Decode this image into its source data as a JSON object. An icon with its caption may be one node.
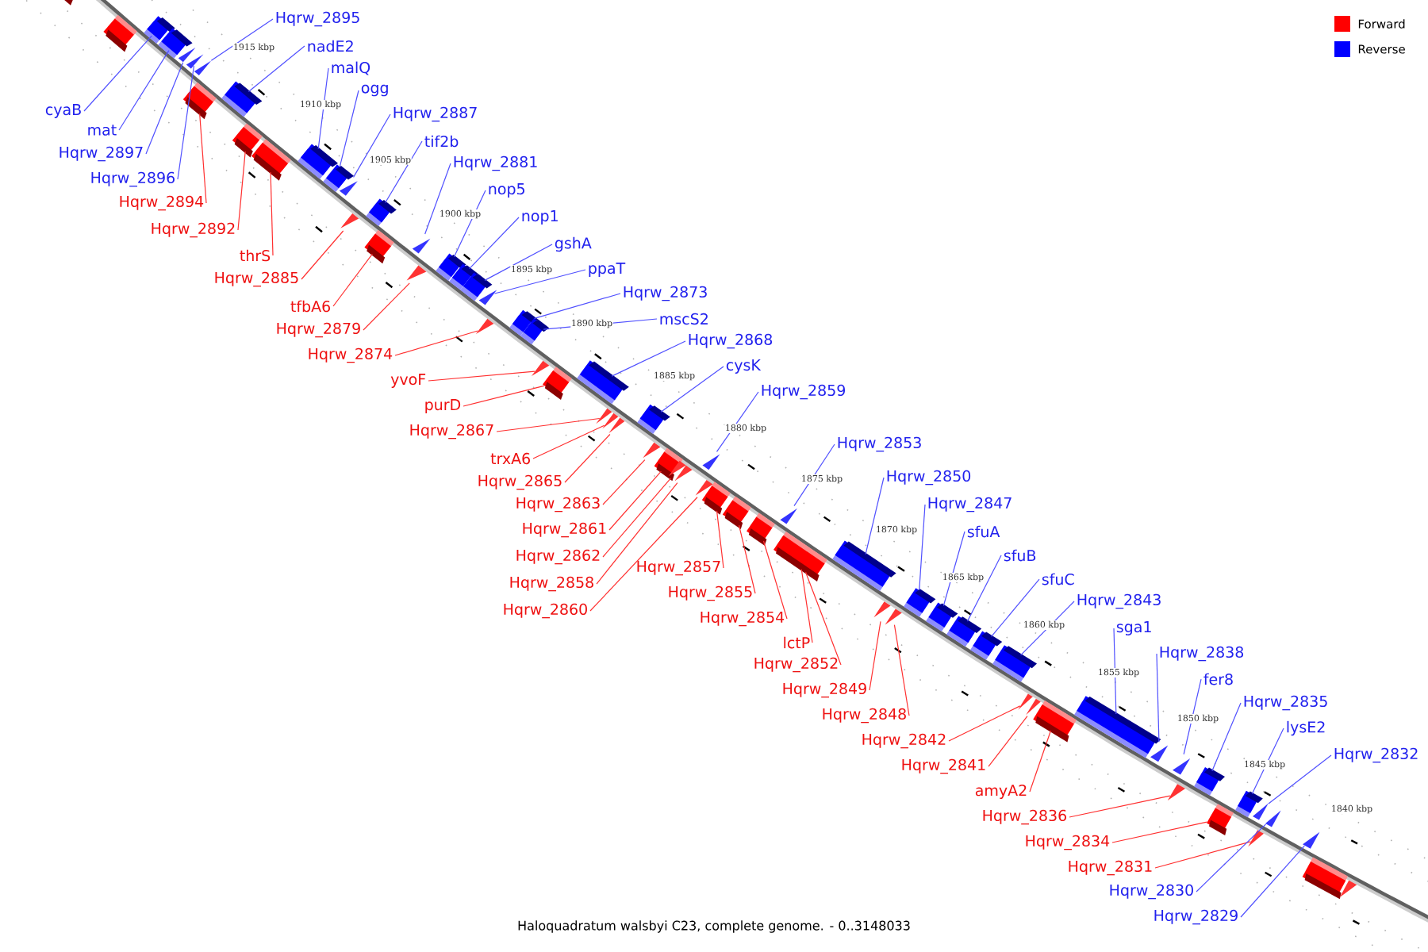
{
  "diagram": {
    "caption": "Haloquadratum walsbyi C23, complete genome. - 0..3148033",
    "nodes": [
      {
        "text": [
          "Hqrw_2895"
        ]
      },
      {
        "text": [
          "nadE2"
        ]
      },
      {
        "text": [
          "malQ"
        ]
      },
      {
        "text": [
          "ogg"
        ]
      },
      {
        "text": [
          "Hqrw_2887"
        ]
      },
      {
        "text": [
          "tif2b"
        ]
      },
      {
        "text": [
          "Hqrw_2881"
        ]
      },
      {
        "text": [
          "nop5"
        ]
      },
      {
        "text": [
          "nop1"
        ]
      },
      {
        "text": [
          "gshA"
        ]
      },
      {
        "text": [
          "ppaT"
        ]
      },
      {
        "text": [
          "Hqrw_2873"
        ]
      },
      {
        "text": [
          "mscS2"
        ]
      },
      {
        "text": [
          "Hqrw_2868"
        ]
      },
      {
        "text": [
          "cysK"
        ]
      },
      {
        "text": [
          "Hqrw_2859"
        ]
      },
      {
        "text": [
          "Hqrw_2853"
        ]
      },
      {
        "text": [
          "Hqrw_2850"
        ]
      },
      {
        "text": [
          "Hqrw_2847"
        ]
      },
      {
        "text": [
          "sfuA"
        ]
      },
      {
        "text": [
          "sfuB"
        ]
      },
      {
        "text": [
          "sfuC"
        ]
      },
      {
        "text": [
          "Hqrw_2843"
        ]
      },
      {
        "text": [
          "sga1"
        ]
      },
      {
        "text": [
          "Hqrw_2838"
        ]
      },
      {
        "text": [
          "fer8"
        ]
      },
      {
        "text": [
          "Hqrw_2835"
        ]
      },
      {
        "text": [
          "lysE2"
        ]
      },
      {
        "text": [
          "Hqrw_2832"
        ]
      },
      {
        "text": [
          "cyaB"
        ]
      },
      {
        "text": [
          "mat"
        ]
      },
      {
        "text": [
          "Hqrw_2897"
        ]
      },
      {
        "text": [
          "Hqrw_2896"
        ]
      },
      {
        "text": [
          "Hqrw_2894"
        ]
      },
      {
        "text": [
          "Hqrw_2892"
        ]
      },
      {
        "text": [
          "thrS"
        ]
      },
      {
        "text": [
          "Hqrw_2885"
        ]
      },
      {
        "text": [
          "tfbA6"
        ]
      },
      {
        "text": [
          "Hqrw_2879"
        ]
      },
      {
        "text": [
          "Hqrw_2874"
        ]
      },
      {
        "text": [
          "yvoF"
        ]
      },
      {
        "text": [
          "purD"
        ]
      },
      {
        "text": [
          "Hqrw_2867"
        ]
      },
      {
        "text": [
          "trxA6"
        ]
      },
      {
        "text": [
          "Hqrw_2865"
        ]
      },
      {
        "text": [
          "Hqrw_2863"
        ]
      },
      {
        "text": [
          "Hqrw_2861"
        ]
      },
      {
        "text": [
          "Hqrw_2862"
        ]
      },
      {
        "text": [
          "Hqrw_2857"
        ]
      },
      {
        "text": [
          "Hqrw_2858"
        ]
      },
      {
        "text": [
          "Hqrw_2855"
        ]
      },
      {
        "text": [
          "Hqrw_2860"
        ]
      },
      {
        "text": [
          "Hqrw_2854"
        ]
      },
      {
        "text": [
          "lctP"
        ]
      },
      {
        "text": [
          "Hqrw_2852"
        ]
      },
      {
        "text": [
          "Hqrw_2849"
        ]
      },
      {
        "text": [
          "Hqrw_2848"
        ]
      },
      {
        "text": [
          "Hqrw_2842"
        ]
      },
      {
        "text": [
          "Hqrw_2841"
        ]
      },
      {
        "text": [
          "amyA2"
        ]
      },
      {
        "text": [
          "Hqrw_2836"
        ]
      },
      {
        "text": [
          "Hqrw_2834"
        ]
      },
      {
        "text": [
          "Hqrw_2831"
        ]
      },
      {
        "text": [
          "Hqrw_2830"
        ]
      },
      {
        "text": [
          "Hqrw_2829"
        ]
      },
      {
        "text": [],
        "shape": "box"
      },
      {
        "text": [],
        "shape": "box"
      },
      {
        "text": [],
        "shape": "triangle"
      },
      {
        "text": [],
        "shape": "triangle"
      },
      {
        "text": [],
        "shape": "triangle"
      },
      {
        "text": [],
        "shape": "box"
      },
      {
        "text": [],
        "shape": "box"
      },
      {
        "text": [],
        "shape": "box"
      },
      {
        "text": [],
        "shape": "triangle"
      },
      {
        "text": [],
        "shape": "box"
      },
      {
        "text": [],
        "shape": "triangle"
      },
      {
        "text": [],
        "shape": "box"
      },
      {
        "text": [],
        "shape": "box"
      },
      {
        "text": [],
        "shape": "box"
      },
      {
        "text": [],
        "shape": "triangle"
      },
      {
        "text": [],
        "shape": "box"
      },
      {
        "text": [],
        "shape": "box"
      },
      {
        "text": [],
        "shape": "box"
      },
      {
        "text": [],
        "shape": "box"
      },
      {
        "text": [],
        "shape": "triangle"
      },
      {
        "text": [],
        "shape": "triangle"
      },
      {
        "text": [],
        "shape": "box"
      },
      {
        "text": [],
        "shape": "box"
      },
      {
        "text": [],
        "shape": "box"
      },
      {
        "text": [],
        "shape": "box"
      },
      {
        "text": [],
        "shape": "box"
      },
      {
        "text": [],
        "shape": "box"
      },
      {
        "text": [],
        "shape": "box"
      },
      {
        "text": [],
        "shape": "triangle"
      },
      {
        "text": [],
        "shape": "triangle"
      },
      {
        "text": [],
        "shape": "box"
      },
      {
        "text": [],
        "shape": "box"
      },
      {
        "text": [],
        "shape": "triangle"
      },
      {
        "text": [],
        "shape": "triangle"
      },
      {
        "text": [],
        "shape": "triangle"
      },
      {
        "text": [],
        "shape": "box"
      },
      {
        "text": [],
        "shape": "box"
      },
      {
        "text": [],
        "shape": "box"
      },
      {
        "text": [],
        "shape": "box"
      },
      {
        "text": [],
        "shape": "box"
      },
      {
        "text": [],
        "shape": "triangle"
      },
      {
        "text": [],
        "shape": "box"
      },
      {
        "text": [],
        "shape": "triangle"
      },
      {
        "text": [],
        "shape": "triangle"
      },
      {
        "text": [],
        "shape": "triangle"
      },
      {
        "text": [],
        "shape": "box"
      },
      {
        "text": [],
        "shape": "triangle"
      },
      {
        "text": [],
        "shape": "triangle"
      },
      {
        "text": [],
        "shape": "triangle"
      },
      {
        "text": [],
        "shape": "triangle"
      },
      {
        "text": [],
        "shape": "box"
      },
      {
        "text": [],
        "shape": "triangle"
      },
      {
        "text": [],
        "shape": "triangle"
      },
      {
        "text": [],
        "shape": "triangle"
      },
      {
        "text": [],
        "shape": "box"
      },
      {
        "text": [],
        "shape": "box"
      },
      {
        "text": [],
        "shape": "box"
      },
      {
        "text": [],
        "shape": "box"
      },
      {
        "text": [],
        "shape": "triangle"
      },
      {
        "text": [],
        "shape": "triangle"
      },
      {
        "text": [],
        "shape": "triangle"
      },
      {
        "text": [],
        "shape": "triangle"
      },
      {
        "text": [],
        "shape": "box"
      },
      {
        "text": [],
        "shape": "triangle"
      },
      {
        "text": [],
        "shape": "box"
      },
      {
        "text": [],
        "shape": "triangle"
      },
      {
        "text": [],
        "shape": "box"
      },
      {
        "text": [],
        "shape": "triangle"
      }
    ],
    "edges": [
      {
        "from": 0,
        "to": 69,
        "arrow": "none"
      },
      {
        "from": 1,
        "to": 70,
        "arrow": "none"
      },
      {
        "from": 2,
        "to": 71,
        "arrow": "none"
      },
      {
        "from": 3,
        "to": 72,
        "arrow": "none"
      },
      {
        "from": 4,
        "to": 73,
        "arrow": "none"
      },
      {
        "from": 5,
        "to": 74,
        "arrow": "none"
      },
      {
        "from": 6,
        "to": 75,
        "arrow": "none"
      },
      {
        "from": 7,
        "to": 76,
        "arrow": "none"
      },
      {
        "from": 8,
        "to": 77,
        "arrow": "none"
      },
      {
        "from": 9,
        "to": 78,
        "arrow": "none"
      },
      {
        "from": 10,
        "to": 79,
        "arrow": "none"
      },
      {
        "from": 11,
        "to": 80,
        "arrow": "none"
      },
      {
        "from": 12,
        "to": 81,
        "arrow": "none"
      },
      {
        "from": 13,
        "to": 82,
        "arrow": "none"
      },
      {
        "from": 14,
        "to": 83,
        "arrow": "none"
      },
      {
        "from": 15,
        "to": 84,
        "arrow": "none"
      },
      {
        "from": 16,
        "to": 85,
        "arrow": "none"
      },
      {
        "from": 17,
        "to": 86,
        "arrow": "none"
      },
      {
        "from": 18,
        "to": 87,
        "arrow": "none"
      },
      {
        "from": 19,
        "to": 88,
        "arrow": "none"
      },
      {
        "from": 20,
        "to": 89,
        "arrow": "none"
      },
      {
        "from": 21,
        "to": 90,
        "arrow": "none"
      },
      {
        "from": 22,
        "to": 91,
        "arrow": "none"
      },
      {
        "from": 23,
        "to": 92,
        "arrow": "none"
      },
      {
        "from": 24,
        "to": 93,
        "arrow": "none"
      },
      {
        "from": 25,
        "to": 94,
        "arrow": "none"
      },
      {
        "from": 26,
        "to": 95,
        "arrow": "none"
      },
      {
        "from": 27,
        "to": 96,
        "arrow": "none"
      },
      {
        "from": 28,
        "to": 97,
        "arrow": "none"
      },
      {
        "from": 29,
        "to": 65,
        "arrow": "none"
      },
      {
        "from": 30,
        "to": 66,
        "arrow": "none"
      },
      {
        "from": 31,
        "to": 67,
        "arrow": "none"
      },
      {
        "from": 32,
        "to": 68,
        "arrow": "none"
      },
      {
        "from": 33,
        "to": 102,
        "arrow": "none",
        "color": "#ff3030"
      },
      {
        "from": 34,
        "to": 103,
        "arrow": "none",
        "color": "#ff3030"
      },
      {
        "from": 35,
        "to": 104,
        "arrow": "none",
        "color": "#ff3030"
      },
      {
        "from": 36,
        "to": 105,
        "arrow": "none",
        "color": "#ff3030"
      },
      {
        "from": 37,
        "to": 106,
        "arrow": "none",
        "color": "#ff3030"
      },
      {
        "from": 38,
        "to": 107,
        "arrow": "none",
        "color": "#ff3030"
      },
      {
        "from": 39,
        "to": 108,
        "arrow": "none",
        "color": "#ff3030"
      },
      {
        "from": 40,
        "to": 109,
        "arrow": "none",
        "color": "#ff3030"
      },
      {
        "from": 41,
        "to": 110,
        "arrow": "none",
        "color": "#ff3030"
      },
      {
        "from": 42,
        "to": 111,
        "arrow": "none",
        "color": "#ff3030"
      },
      {
        "from": 43,
        "to": 112,
        "arrow": "none",
        "color": "#ff3030"
      },
      {
        "from": 44,
        "to": 113,
        "arrow": "none",
        "color": "#ff3030"
      },
      {
        "from": 45,
        "to": 114,
        "arrow": "none",
        "color": "#ff3030"
      },
      {
        "from": 46,
        "to": 115,
        "arrow": "none",
        "color": "#ff3030"
      },
      {
        "from": 47,
        "to": 116,
        "arrow": "none",
        "color": "#ff3030"
      },
      {
        "from": 48,
        "to": 119,
        "arrow": "none",
        "color": "#ff3030"
      },
      {
        "from": 49,
        "to": 117,
        "arrow": "none",
        "color": "#ff3030"
      },
      {
        "from": 50,
        "to": 120,
        "arrow": "none",
        "color": "#ff3030"
      },
      {
        "from": 51,
        "to": 118,
        "arrow": "none",
        "color": "#ff3030"
      },
      {
        "from": 52,
        "to": 121,
        "arrow": "none",
        "color": "#ff3030"
      },
      {
        "from": 53,
        "to": 122,
        "arrow": "none",
        "color": "#ff3030"
      },
      {
        "from": 54,
        "to": 122,
        "arrow": "none",
        "color": "#ff3030"
      },
      {
        "from": 55,
        "to": 123,
        "arrow": "none",
        "color": "#ff3030"
      },
      {
        "from": 56,
        "to": 124,
        "arrow": "none",
        "color": "#ff3030"
      },
      {
        "from": 57,
        "to": 125,
        "arrow": "none",
        "color": "#ff3030"
      },
      {
        "from": 58,
        "to": 126,
        "arrow": "none",
        "color": "#ff3030"
      },
      {
        "from": 59,
        "to": 127,
        "arrow": "none",
        "color": "#ff3030"
      },
      {
        "from": 60,
        "to": 128,
        "arrow": "none",
        "color": "#ff3030"
      },
      {
        "from": 61,
        "to": 129,
        "arrow": "none",
        "color": "#ff3030"
      },
      {
        "from": 62,
        "to": 130,
        "arrow": "none",
        "color": "#ff3030"
      },
      {
        "from": 63,
        "to": 98,
        "arrow": "none"
      },
      {
        "from": 64,
        "to": 99,
        "arrow": "none"
      }
    ],
    "labels": [
      "1915 kbp",
      "1910 kbp",
      "1905 kbp",
      "1900 kbp",
      "1895 kbp",
      "1890 kbp",
      "1885 kbp",
      "1880 kbp",
      "1875 kbp",
      "1870 kbp",
      "1865 kbp",
      "1860 kbp",
      "1855 kbp",
      "1850 kbp",
      "1845 kbp",
      "1840 kbp"
    ],
    "legend": [
      {
        "text": "Forward",
        "color": "#ff0000"
      },
      {
        "text": "Reverse",
        "color": "#0000ff"
      }
    ]
  }
}
